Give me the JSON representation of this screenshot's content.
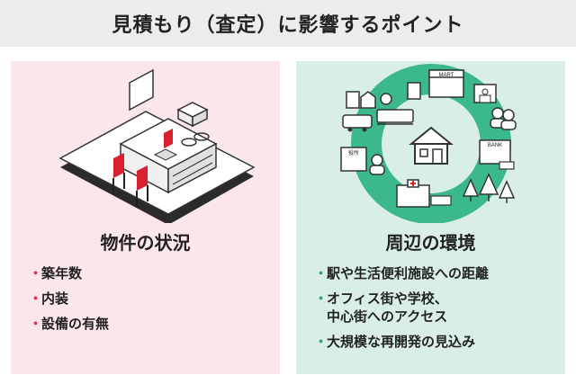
{
  "header": {
    "title": "見積もり（査定）に影響するポイント"
  },
  "left_panel": {
    "title": "物件の状況",
    "items": [
      {
        "lines": [
          "築年数"
        ]
      },
      {
        "lines": [
          "内装"
        ]
      },
      {
        "lines": [
          "設備の有無"
        ]
      }
    ],
    "colors": {
      "background": "#fbe6ea",
      "accent": "#e0304a"
    }
  },
  "right_panel": {
    "title": "周辺の環境",
    "items": [
      {
        "lines": [
          "駅や生活便利施設への距離"
        ]
      },
      {
        "lines": [
          "オフィス街や学校、",
          "中心街へのアクセス"
        ]
      },
      {
        "lines": [
          "大規模な再開発の見込み"
        ]
      }
    ],
    "colors": {
      "background": "#d8eee6",
      "accent": "#2aa874",
      "ring": "#3bb98a"
    },
    "illustration_labels": {
      "mart": "MART",
      "bank": "BANK",
      "office": "役所"
    }
  },
  "icons": [
    "kitchen-illustration",
    "house-icon",
    "mart-icon",
    "bank-icon",
    "school-icon",
    "hospital-icon",
    "bus-icon",
    "train-icon",
    "office-icon",
    "tree-icon",
    "people-icon"
  ]
}
